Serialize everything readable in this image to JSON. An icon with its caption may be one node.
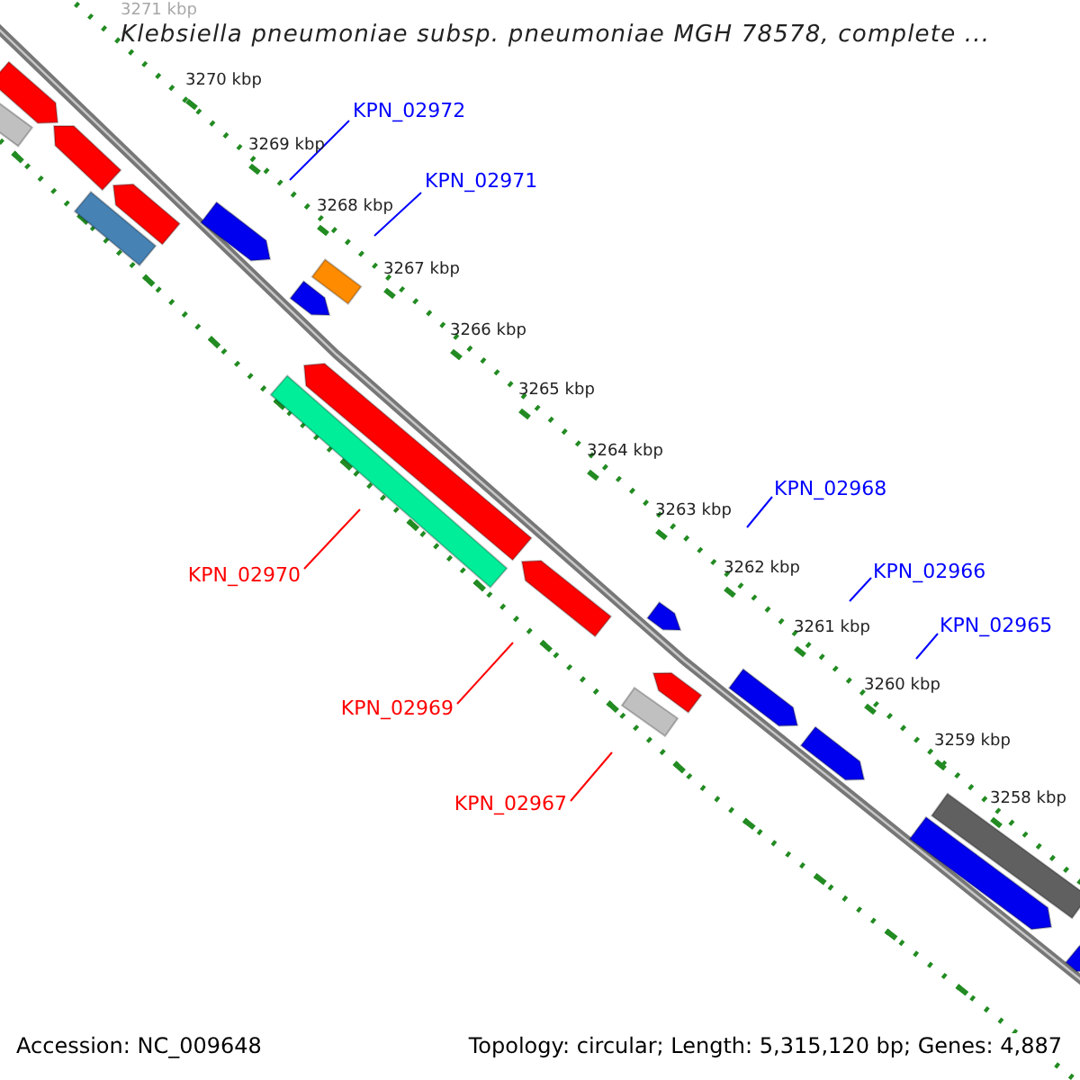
{
  "diagram": {
    "title": "Klebsiella pneumoniae subsp. pneumoniae MGH 78578, complete ...",
    "nodes": [
      {
        "text": [
          "KPN_02972"
        ]
      },
      {
        "text": [
          "KPN_02971"
        ]
      },
      {
        "text": [
          "KPN_02970"
        ]
      },
      {
        "text": [
          "KPN_02969"
        ]
      },
      {
        "text": [
          "KPN_02967"
        ]
      },
      {
        "text": [
          "KPN_02968"
        ]
      },
      {
        "text": [
          "KPN_02966"
        ]
      },
      {
        "text": [
          "KPN_02965"
        ]
      }
    ],
    "edges": [
      {
        "from": 0,
        "to": null,
        "arrow": "none"
      },
      {
        "from": 1,
        "to": null,
        "arrow": "none"
      },
      {
        "from": 2,
        "to": null,
        "arrow": "none",
        "color": "#ff0000"
      },
      {
        "from": 3,
        "to": null,
        "arrow": "none",
        "color": "#ff0000"
      },
      {
        "from": 4,
        "to": null,
        "arrow": "none",
        "color": "#ff0000"
      },
      {
        "from": 5,
        "to": null,
        "arrow": "none"
      },
      {
        "from": 6,
        "to": null,
        "arrow": "none"
      },
      {
        "from": 7,
        "to": null,
        "arrow": "none"
      }
    ],
    "labels": [
      "3271 kbp",
      "3270 kbp",
      "3269 kbp",
      "3268 kbp",
      "3267 kbp",
      "3266 kbp",
      "3265 kbp",
      "3264 kbp",
      "3263 kbp",
      "3262 kbp",
      "3261 kbp",
      "3260 kbp",
      "3259 kbp",
      "3258 kbp",
      "Accession: NC_009648",
      "Topology: circular; Length: 5,315,120 bp; Genes: 4,887"
    ]
  }
}
